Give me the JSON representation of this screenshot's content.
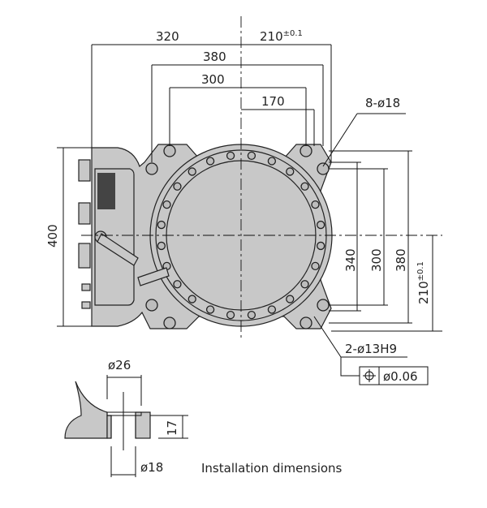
{
  "dimensions": {
    "top_320": "320",
    "top_210": "210",
    "top_210_tol": "±0.1",
    "top_380": "380",
    "top_300": "300",
    "top_170": "170",
    "holes_8": "8-ø18",
    "left_400": "400",
    "right_340": "340",
    "right_300": "300",
    "right_380": "380",
    "right_210": "210",
    "right_210_tol": "±0.1",
    "holes_2": "2-ø13H9",
    "tolerance_value": "ø0.06"
  },
  "detail": {
    "counterbore": "ø26",
    "depth": "17",
    "hole": "ø18"
  },
  "caption": "Installation dimensions",
  "icons": {
    "position_tolerance": "position-tolerance-icon"
  }
}
